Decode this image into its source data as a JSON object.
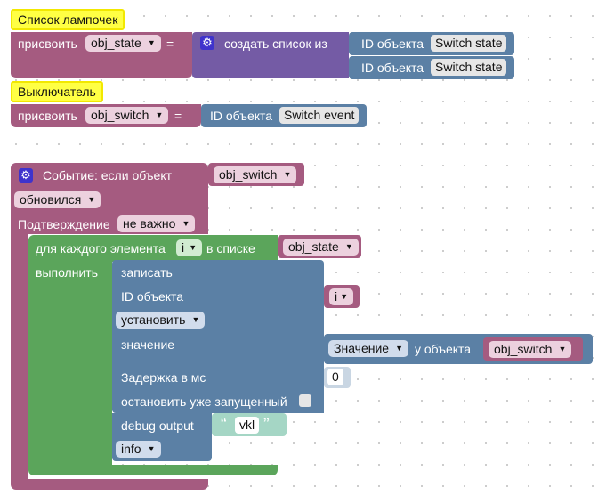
{
  "notes": {
    "list": "Список лампочек",
    "switch": "Выключатель"
  },
  "block1": {
    "assign": "присвоить",
    "var": "obj_state",
    "eq": "=",
    "create_list": "создать список из",
    "item1_label": "ID объекта",
    "item1_value": "Switch state",
    "item2_label": "ID объекта",
    "item2_value": "Switch state"
  },
  "block2": {
    "assign": "присвоить",
    "var": "obj_switch",
    "eq": "=",
    "id_label": "ID объекта",
    "id_value": "Switch event"
  },
  "event": {
    "title": "Событие: если объект",
    "object": "obj_switch",
    "trigger": "обновился",
    "confirm_label": "Подтверждение",
    "confirm_value": "не важно"
  },
  "foreach": {
    "label": "для каждого элемента",
    "var": "i",
    "in_list": "в списке",
    "list": "obj_state",
    "do": "выполнить"
  },
  "write": {
    "title": "записать",
    "id_label": "ID объекта",
    "id_var": "i",
    "mode": "установить",
    "value_label": "значение",
    "value_prop": "Значение",
    "value_of": "у объекта",
    "value_obj": "obj_switch",
    "delay_label": "Задержка в мс",
    "delay_value": "0",
    "stop_label": "остановить уже запущенный"
  },
  "debug": {
    "label": "debug output",
    "quote_open": "“",
    "text": "vkl",
    "quote_close": "”",
    "level": "info"
  },
  "icons": {
    "dropdown": "▼",
    "gear": "⚙"
  }
}
